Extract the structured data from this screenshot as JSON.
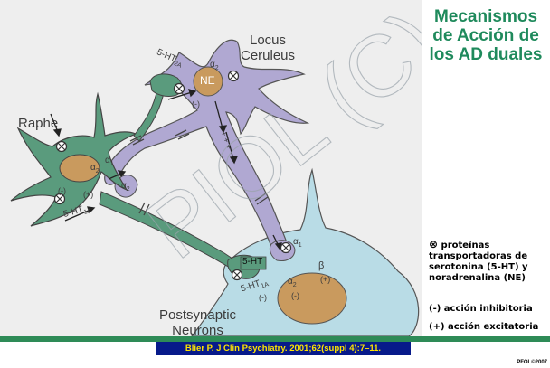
{
  "title": {
    "line1": "Mecanismos",
    "line2": "de Acción de",
    "line3": "los AD duales"
  },
  "labels": {
    "locus_line1": "Locus",
    "locus_line2": "Ceruleus",
    "raphe": "Raphe",
    "post_line1": "Postsynaptic",
    "post_line2": "Neurons",
    "ne": "NE",
    "five_ht_box": "5-HT",
    "watermark": "PIOL (C)"
  },
  "receptor_labels": {
    "ht2a_top": "5-HT",
    "ht2a_top_sub": "2A",
    "ht1a_raphe": "5-HT",
    "ht1a_raphe_sub": "1A",
    "ht1a_post": "5-HT",
    "ht1a_post_sub": "1A",
    "alpha2_lc": "α",
    "alpha2_lc_sub": "2",
    "alpha2_lower": "α",
    "alpha2_lower_sub": "2",
    "alpha1_raphe": "α",
    "alpha1_raphe_sub": "1",
    "alpha2_raphe": "α",
    "alpha2_raphe_sub": "2",
    "alpha2_post": "α",
    "alpha2_post_sub": "2",
    "beta_post": "β",
    "alpha1_post": "α",
    "alpha1_post_sub": "1"
  },
  "effect_marks": {
    "inhib": "(-)",
    "excit": "(+)",
    "plus_chain": "+ + +"
  },
  "legend": {
    "symbol": "⊗",
    "transport": "proteínas transportadoras de serotonina (5-HT) y noradrenalina (NE)",
    "inhib": "(-) acción inhibitoria",
    "excit": "(+) acción excitatoria"
  },
  "citation": "Blier P. J Clin Psychiatry. 2001;62(suppl 4):7–11.",
  "copyright": "PFOL©2007",
  "colors": {
    "green_neuron": "#5a9b7d",
    "purple_neuron": "#b0a8d2",
    "blue_neuron": "#b9dce6",
    "nucleus": "#c99a5e",
    "title_green": "#1f8a5c",
    "citation_bg": "#071a8a",
    "citation_text": "#ffe400"
  }
}
